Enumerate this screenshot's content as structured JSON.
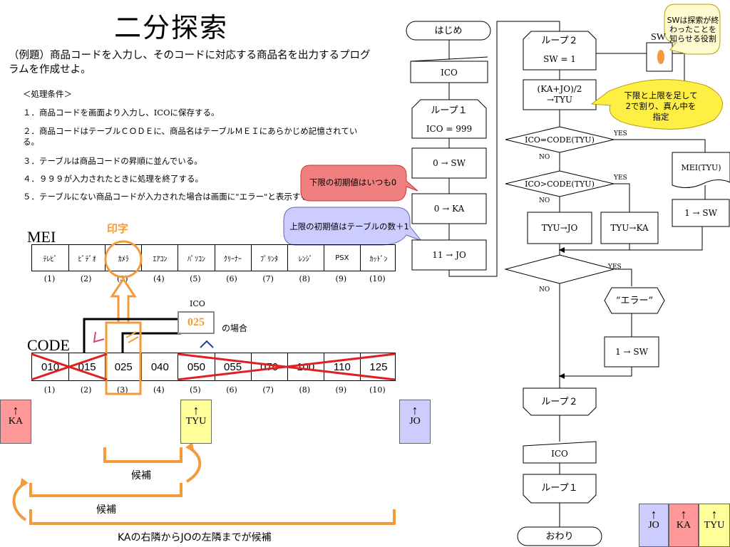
{
  "title": "二分探索",
  "intro": "（例題）商品コードを入力し、そのコードに対応する商品名を出力するプログラムを作成せよ。",
  "conditions": {
    "heading": "＜処理条件＞",
    "items": [
      "１．商品コードを画面より入力し、ICOに保存する。",
      "２．商品コードはテーブルＣＯＤＥに、商品名はテーブルＭＥＩにあらかじめ記憶されている。",
      "３．テーブルは商品コードの昇順に並んでいる。",
      "４．９９９が入力されたときに処理を終了する。",
      "５．テーブルにない商品コードが入力された場合は画面に\"エラー\"と表示する。"
    ]
  },
  "print_label": "印字",
  "mei": {
    "label": "MEI",
    "items": [
      "ﾃﾚﾋﾞ",
      "ﾋﾞﾃﾞｵ",
      "ｶﾒﾗ",
      "ｴｱｺﾝ",
      "ﾊﾟｿｺﾝ",
      "ｸﾘｰﾅｰ",
      "ﾌﾟﾘﾝﾀ",
      "ﾚﾝｼﾞ",
      "PSX",
      "ｶｯﾄﾞﾝ"
    ],
    "indices": [
      "(1)",
      "(2)",
      "(3)",
      "(4)",
      "(5)",
      "(6)",
      "(7)",
      "(8)",
      "(9)",
      "(10)"
    ]
  },
  "ico": {
    "label": "ICO",
    "value": "025",
    "suffix": "の場合"
  },
  "code": {
    "label": "CODE",
    "items": [
      "010",
      "015",
      "025",
      "040",
      "050",
      "055",
      "070",
      "100",
      "110",
      "125"
    ],
    "indices": [
      "(1)",
      "(2)",
      "(3)",
      "(4)",
      "(5)",
      "(6)",
      "(7)",
      "(8)",
      "(9)",
      "(10)"
    ]
  },
  "pointers": {
    "ka": {
      "arrow": "↑",
      "label": "KA"
    },
    "tyu": {
      "arrow": "↑",
      "label": "TYU"
    },
    "jo": {
      "arrow": "↑",
      "label": "JO"
    }
  },
  "candidates": {
    "inner": "候補",
    "outer": "候補",
    "caption": "KAの右隣からJOの左隣までが候補"
  },
  "bubbles": {
    "lower_init": "下限の初期値はいつも0",
    "upper_init": "上限の初期値はテーブルの数＋1",
    "sw_note": "SWは探索が終わったことを知らせる役割",
    "mid_note": "下限と上限を足して2で割り、真ん中を指定"
  },
  "flowchart": {
    "col1": {
      "start": "はじめ",
      "input_ico": "ICO",
      "loop1_name": "ループ１",
      "loop1_cond": "ICO = 999",
      "sw_init": "0 → SW",
      "ka_init": "0 → KA",
      "jo_init": "11 → JO"
    },
    "col2": {
      "loop2_name": "ループ２",
      "loop2_cond": "SW = 1",
      "calc": "(KA+JO)/2\n→TYU",
      "dec1": "ICO=CODE(TYU)",
      "dec2": "ICO>CODE(TYU)",
      "tyu_jo": "TYU→JO",
      "tyu_ka": "TYU→KA",
      "mei_out": "MEI(TYU)",
      "sw_set1": "1 → SW",
      "err_out": "“エラー”",
      "sw_set2": "1 → SW",
      "loop2_end": "ループ２",
      "ico_end": "ICO",
      "loop1_end": "ループ１",
      "end": "おわり",
      "yes": "YES",
      "no": "NO"
    },
    "sw_label": "SW"
  },
  "legend": [
    {
      "arrow": "↑",
      "label": "JO",
      "color": "#ccccff"
    },
    {
      "arrow": "↑",
      "label": "KA",
      "color": "#ff9999"
    },
    {
      "arrow": "↑",
      "label": "TYU",
      "color": "#ffff99"
    }
  ],
  "colors": {
    "orange": "#f59a3a",
    "red": "#e02020",
    "ka_fill": "#ff9999",
    "tyu_fill": "#ffff99",
    "jo_fill": "#ccccff",
    "bubble_red": "#f08080",
    "bubble_blue": "#ccccff",
    "bubble_yellow": "#ffee44"
  }
}
